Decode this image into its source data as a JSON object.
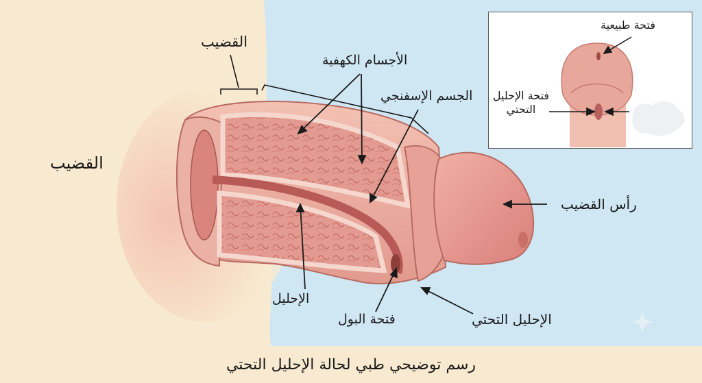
{
  "labels": {
    "penis_top": "القضيب",
    "penis_left": "القضيب",
    "corpora_cavernosa": "الأجسام الكهفية",
    "corpus_spongiosum": "الجسم الإسفنجي",
    "glans": "رأس القضيب",
    "urethra": "الإحليل",
    "urinary_opening": "فتحة البول",
    "hypospadias": "الإحليل التحتي"
  },
  "inset": {
    "normal_opening": "فتحة طبيعية",
    "hypospadias_opening": "فتحة الإحليل التحتي"
  },
  "caption": "رسم توضيحي طبي لحالة الإحليل التحتي",
  "colors": {
    "background_blue": "#cfe6f3",
    "background_beige": "#f8ead0",
    "tissue": "#e8a49a",
    "tissue_dark": "#c7706a",
    "urethra": "#b85a56",
    "outline": "#1a1a1a"
  }
}
